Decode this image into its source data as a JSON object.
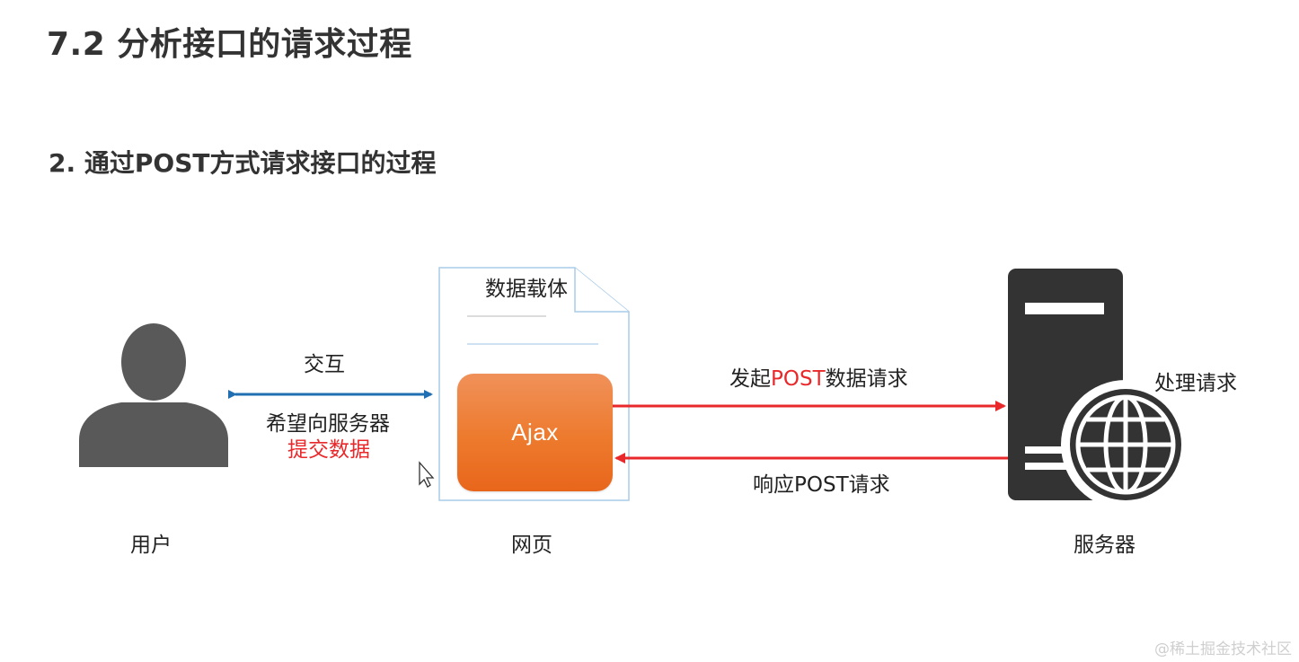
{
  "slide": {
    "title": "7.2 分析接口的请求过程",
    "subtitle": "2. 通过POST方式请求接口的过程"
  },
  "diagram": {
    "user": {
      "label": "用户",
      "icon": "user-icon",
      "color": "#595959"
    },
    "webpage": {
      "label": "网页",
      "icon": "document-icon",
      "doc_label": "数据载体",
      "ajax_label": "Ajax",
      "ajax_color": "#ed7a2d"
    },
    "server": {
      "label": "服务器",
      "icon": "server-globe-icon",
      "process_label": "处理请求",
      "color": "#333333"
    },
    "user_link": {
      "label": "交互",
      "note_line1": "希望向服务器",
      "note_line2": "提交数据",
      "color": "#1f6fb2"
    },
    "request": {
      "label_prefix": "发起",
      "label_highlight": "POST",
      "label_suffix": "数据请求",
      "color": "#e8282a"
    },
    "response": {
      "label": "响应POST请求",
      "color": "#e8282a"
    }
  },
  "watermark": "@稀土掘金技术社区"
}
